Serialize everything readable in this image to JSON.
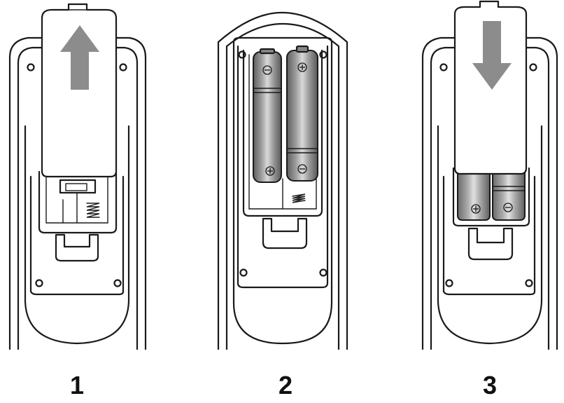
{
  "steps": [
    {
      "number": "1",
      "arrow": "up",
      "action": "slide-cover-off"
    },
    {
      "number": "2",
      "action": "insert-batteries"
    },
    {
      "number": "3",
      "arrow": "down",
      "action": "slide-cover-on"
    }
  ],
  "colors": {
    "outline": "#1a1a1a",
    "arrow": "#8c8c8c",
    "battery_dark": "#6f6f6f",
    "battery_light": "#d6d6d6",
    "background": "#ffffff"
  }
}
